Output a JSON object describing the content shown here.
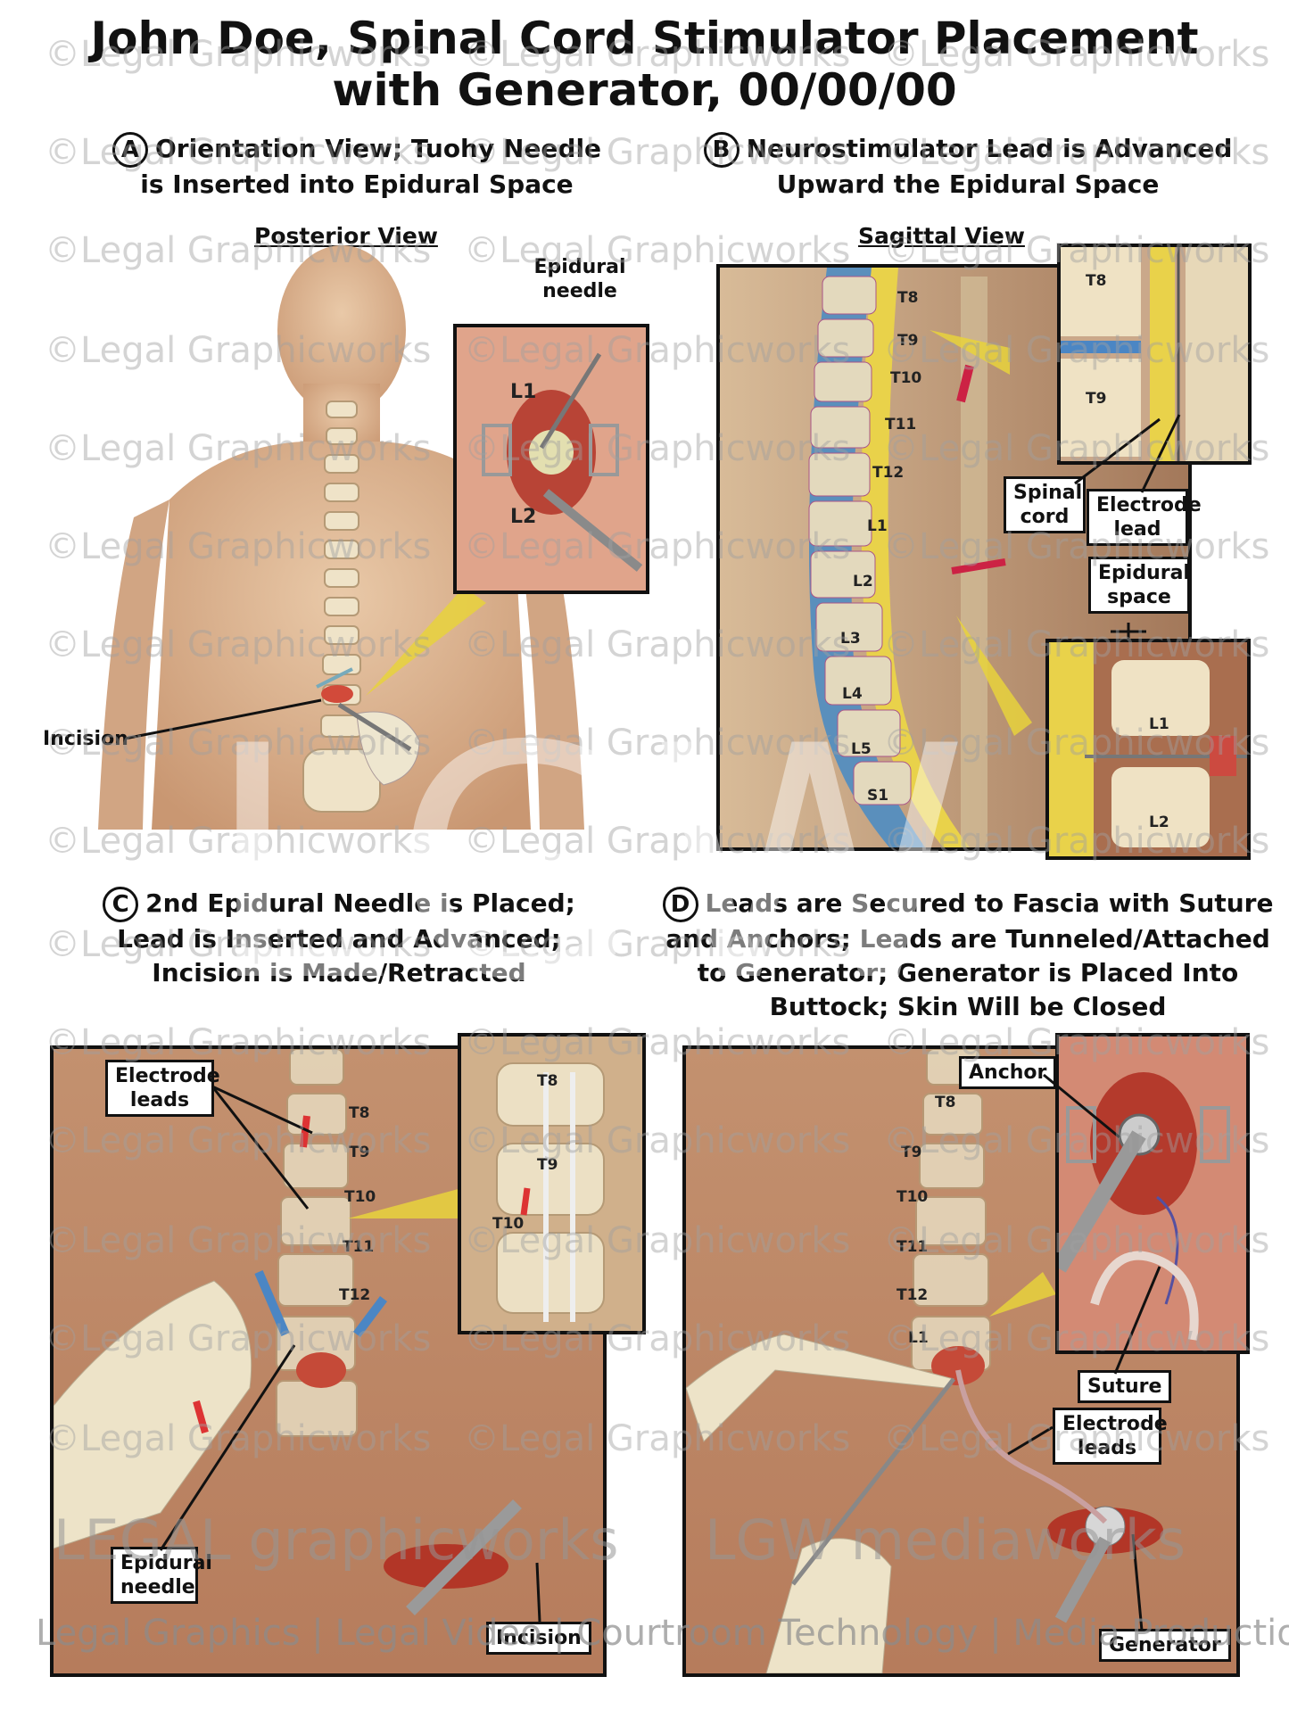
{
  "title": {
    "line1": "John Doe, Spinal Cord Stimulator Placement",
    "line2": "with Generator, 00/00/00"
  },
  "panels": {
    "a": {
      "letter": "A",
      "line1": "Orientation View; Tuohy Needle",
      "line2": "is Inserted into Epidural Space",
      "view": "Posterior View",
      "labels": {
        "epidural_needle": "Epidural needle",
        "incision": "Incision",
        "l1": "L1",
        "l2": "L2"
      }
    },
    "b": {
      "letter": "B",
      "line1": "Neurostimulator Lead is Advanced",
      "line2": "Upward the Epidural Space",
      "view": "Sagittal View",
      "labels": {
        "spinal_cord": "Spinal cord",
        "electrode_lead": "Electrode lead",
        "epidural_space": "Epidural space"
      },
      "vertebrae": [
        "T8",
        "T9",
        "T10",
        "T11",
        "T12",
        "L1",
        "L2",
        "L3",
        "L4",
        "L5",
        "S1"
      ],
      "inset_top": [
        "T8",
        "T9"
      ],
      "inset_bottom": [
        "L1",
        "L2"
      ]
    },
    "c": {
      "letter": "C",
      "line1": "2nd Epidural Needle is Placed;",
      "line2": "Lead is Inserted and Advanced;",
      "line3": "Incision is Made/Retracted",
      "labels": {
        "electrode_leads": "Electrode leads",
        "epidural_needle": "Epidural needle",
        "incision": "Incision"
      },
      "vertebrae": [
        "T8",
        "T9",
        "T10",
        "T11",
        "T12"
      ],
      "inset": [
        "T8",
        "T9",
        "T10"
      ]
    },
    "d": {
      "letter": "D",
      "line1": "Leads are Secured to Fascia with Suture",
      "line2": "and Anchors; Leads are Tunneled/Attached",
      "line3": "to Generator; Generator is Placed Into",
      "line4": "Buttock; Skin Will be Closed",
      "labels": {
        "anchor": "Anchor",
        "suture": "Suture",
        "electrode_leads": "Electrode leads",
        "generator": "Generator"
      },
      "vertebrae": [
        "T8",
        "T9",
        "T10",
        "T11",
        "T12",
        "L1"
      ]
    }
  },
  "watermark": {
    "text": "©Legal Graphicworks",
    "brand1": "LEGAL graphicworks",
    "brand2": "LGW mediaworks",
    "footer": "Legal Graphics | Legal Video | Courtroom Technology | Media Production",
    "big": "LGW"
  }
}
